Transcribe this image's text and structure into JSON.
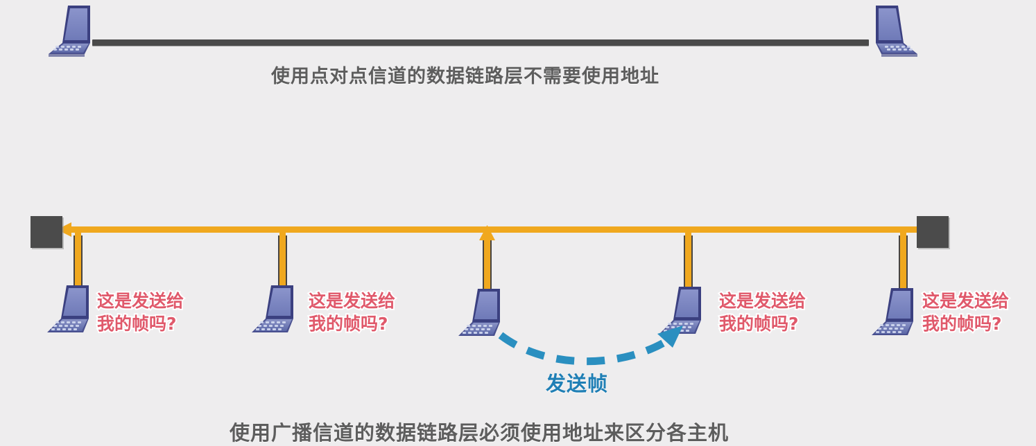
{
  "meta": {
    "background_color": "#eeedee",
    "bus_color": "#474442",
    "arrow_color": "#f0a81e",
    "laptop_color": "#7a85c0",
    "question_text_color": "#e0596b",
    "send_text_color": "#1f7fb5",
    "caption_color": "#5d5d5d"
  },
  "captions": {
    "top": "使用点对点信道的数据链路层不需要使用地址",
    "bottom": "使用广播信道的数据链路层必须使用地址来区分各主机"
  },
  "point_to_point": {
    "left_host_label": "laptop-left",
    "right_host_label": "laptop-right",
    "link_label": "point-to-point-link"
  },
  "broadcast": {
    "left_terminator_label": "bus-terminator-left",
    "right_terminator_label": "bus-terminator-right",
    "send_frame_label": "发送帧",
    "question_label": {
      "line1": "这是发送给",
      "line2": "我的帧吗?"
    },
    "hosts": [
      {
        "id": "host-1",
        "role": "receiver",
        "arrow": "down",
        "question": true
      },
      {
        "id": "host-2",
        "role": "receiver",
        "arrow": "down",
        "question": true
      },
      {
        "id": "host-3",
        "role": "sender",
        "arrow": "up",
        "question": false
      },
      {
        "id": "host-4",
        "role": "receiver",
        "arrow": "down",
        "question": true
      },
      {
        "id": "host-5",
        "role": "receiver",
        "arrow": "down",
        "question": true
      }
    ]
  }
}
